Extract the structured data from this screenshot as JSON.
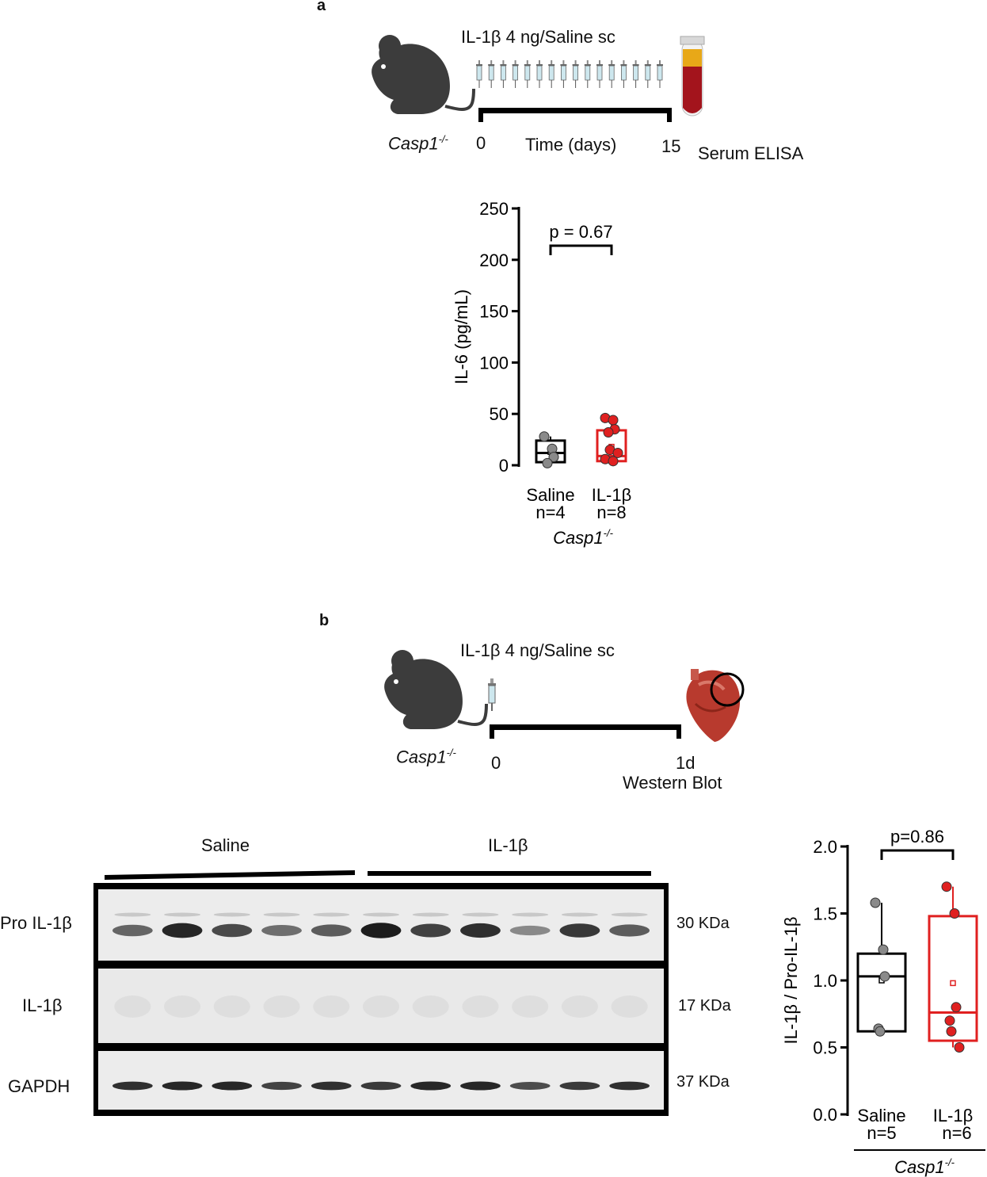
{
  "panel_a": {
    "label": "a",
    "protocol": {
      "treatment": "IL-1β  4 ng/Saline sc",
      "genotype_base": "Casp1",
      "genotype_sup": "-/-",
      "start": "0",
      "end": "15",
      "axis_label": "Time (days)",
      "readout": "Serum ELISA",
      "injection_count": 16
    }
  },
  "panel_b": {
    "label": "b",
    "protocol": {
      "treatment": "IL-1β  4 ng/Saline sc",
      "genotype_base": "Casp1",
      "genotype_sup": "-/-",
      "start": "0",
      "end": "1d",
      "readout": "Western Blot"
    },
    "blot": {
      "groups": [
        "Saline",
        "IL-1β"
      ],
      "rows": [
        {
          "label": "Pro IL-1β",
          "size": "30 KDa"
        },
        {
          "label": "IL-1β",
          "size": "17 KDa"
        },
        {
          "label": "GAPDH",
          "size": "37 KDa"
        }
      ],
      "lanes": 11,
      "pro_intensity": [
        0.55,
        0.9,
        0.7,
        0.5,
        0.6,
        0.95,
        0.75,
        0.85,
        0.35,
        0.8,
        0.6
      ],
      "gapdh_intensity": [
        0.8,
        0.85,
        0.85,
        0.7,
        0.8,
        0.75,
        0.85,
        0.85,
        0.65,
        0.75,
        0.8
      ]
    }
  },
  "chart_data": [
    {
      "type": "box",
      "ylabel": "IL-6 (pg/mL)",
      "ylim": [
        0,
        250
      ],
      "yticks": [
        0,
        50,
        100,
        150,
        200,
        250
      ],
      "categories": [
        "Saline",
        "IL-1β"
      ],
      "ns": [
        "n=4",
        "n=8"
      ],
      "group_label_base": "Casp1",
      "group_label_sup": "-/-",
      "annotation": "p = 0.67",
      "colors": [
        "#000000",
        "#e02020"
      ],
      "point_colors": [
        "#8a8a8a",
        "#e02020"
      ],
      "series": [
        {
          "name": "Saline",
          "points": [
            28,
            16,
            8,
            2
          ],
          "q1": 3,
          "median": 12,
          "q3": 24,
          "min": 2,
          "max": 28,
          "mean": 13
        },
        {
          "name": "IL-1β",
          "points": [
            46,
            44,
            35,
            32,
            15,
            12,
            6,
            4
          ],
          "q1": 4,
          "median": 9,
          "q3": 34,
          "min": 3,
          "max": 46,
          "mean": 18
        }
      ]
    },
    {
      "type": "box",
      "ylabel": "IL-1β / Pro-IL-1β",
      "ylim": [
        0,
        2.0
      ],
      "yticks": [
        "0.0",
        "0.5",
        "1.0",
        "1.5",
        "2.0"
      ],
      "categories": [
        "Saline",
        "IL-1β"
      ],
      "ns": [
        "n=5",
        "n=6"
      ],
      "group_label_base": "Casp1",
      "group_label_sup": "-/-",
      "annotation": "p=0.86",
      "colors": [
        "#000000",
        "#e02020"
      ],
      "point_colors": [
        "#8a8a8a",
        "#e02020"
      ],
      "series": [
        {
          "name": "Saline",
          "points": [
            1.58,
            1.23,
            1.03,
            0.64,
            0.62
          ],
          "q1": 0.62,
          "median": 1.03,
          "q3": 1.2,
          "min": 0.6,
          "max": 1.58,
          "mean": 1.0
        },
        {
          "name": "IL-1β",
          "points": [
            1.7,
            1.5,
            0.8,
            0.7,
            0.62,
            0.5
          ],
          "q1": 0.55,
          "median": 0.76,
          "q3": 1.48,
          "min": 0.5,
          "max": 1.7,
          "mean": 0.98
        }
      ]
    }
  ]
}
